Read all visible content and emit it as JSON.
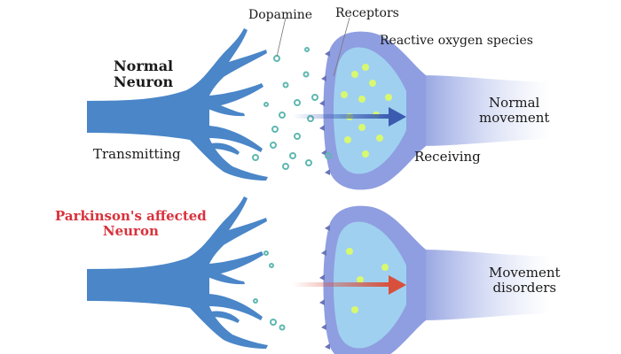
{
  "labels": {
    "dopamine": "Dopamine",
    "receptors": "Receptors",
    "reactive_oxygen_species": "Reactive oxygen species",
    "normal_neuron_line1": "Normal",
    "normal_neuron_line2": "Neuron",
    "transmitting": "Transmitting",
    "receiving": "Receiving",
    "normal_movement_line1": "Normal",
    "normal_movement_line2": "movement",
    "parkinsons_line1": "Parkinson's affected",
    "parkinsons_line2": "Neuron",
    "movement_disorders_line1": "Movement",
    "movement_disorders_line2": "disorders"
  },
  "colors": {
    "neuron": "#4a86c8",
    "bulb_outer": "#8f9ee0",
    "bulb_inner": "#9fd0f0",
    "dopamine": "#5fb8b0",
    "ros": "#d8f870",
    "normal_arrow": "#3b5bb0",
    "affected_arrow": "#d8503c",
    "affected_label": "#d8323c"
  }
}
